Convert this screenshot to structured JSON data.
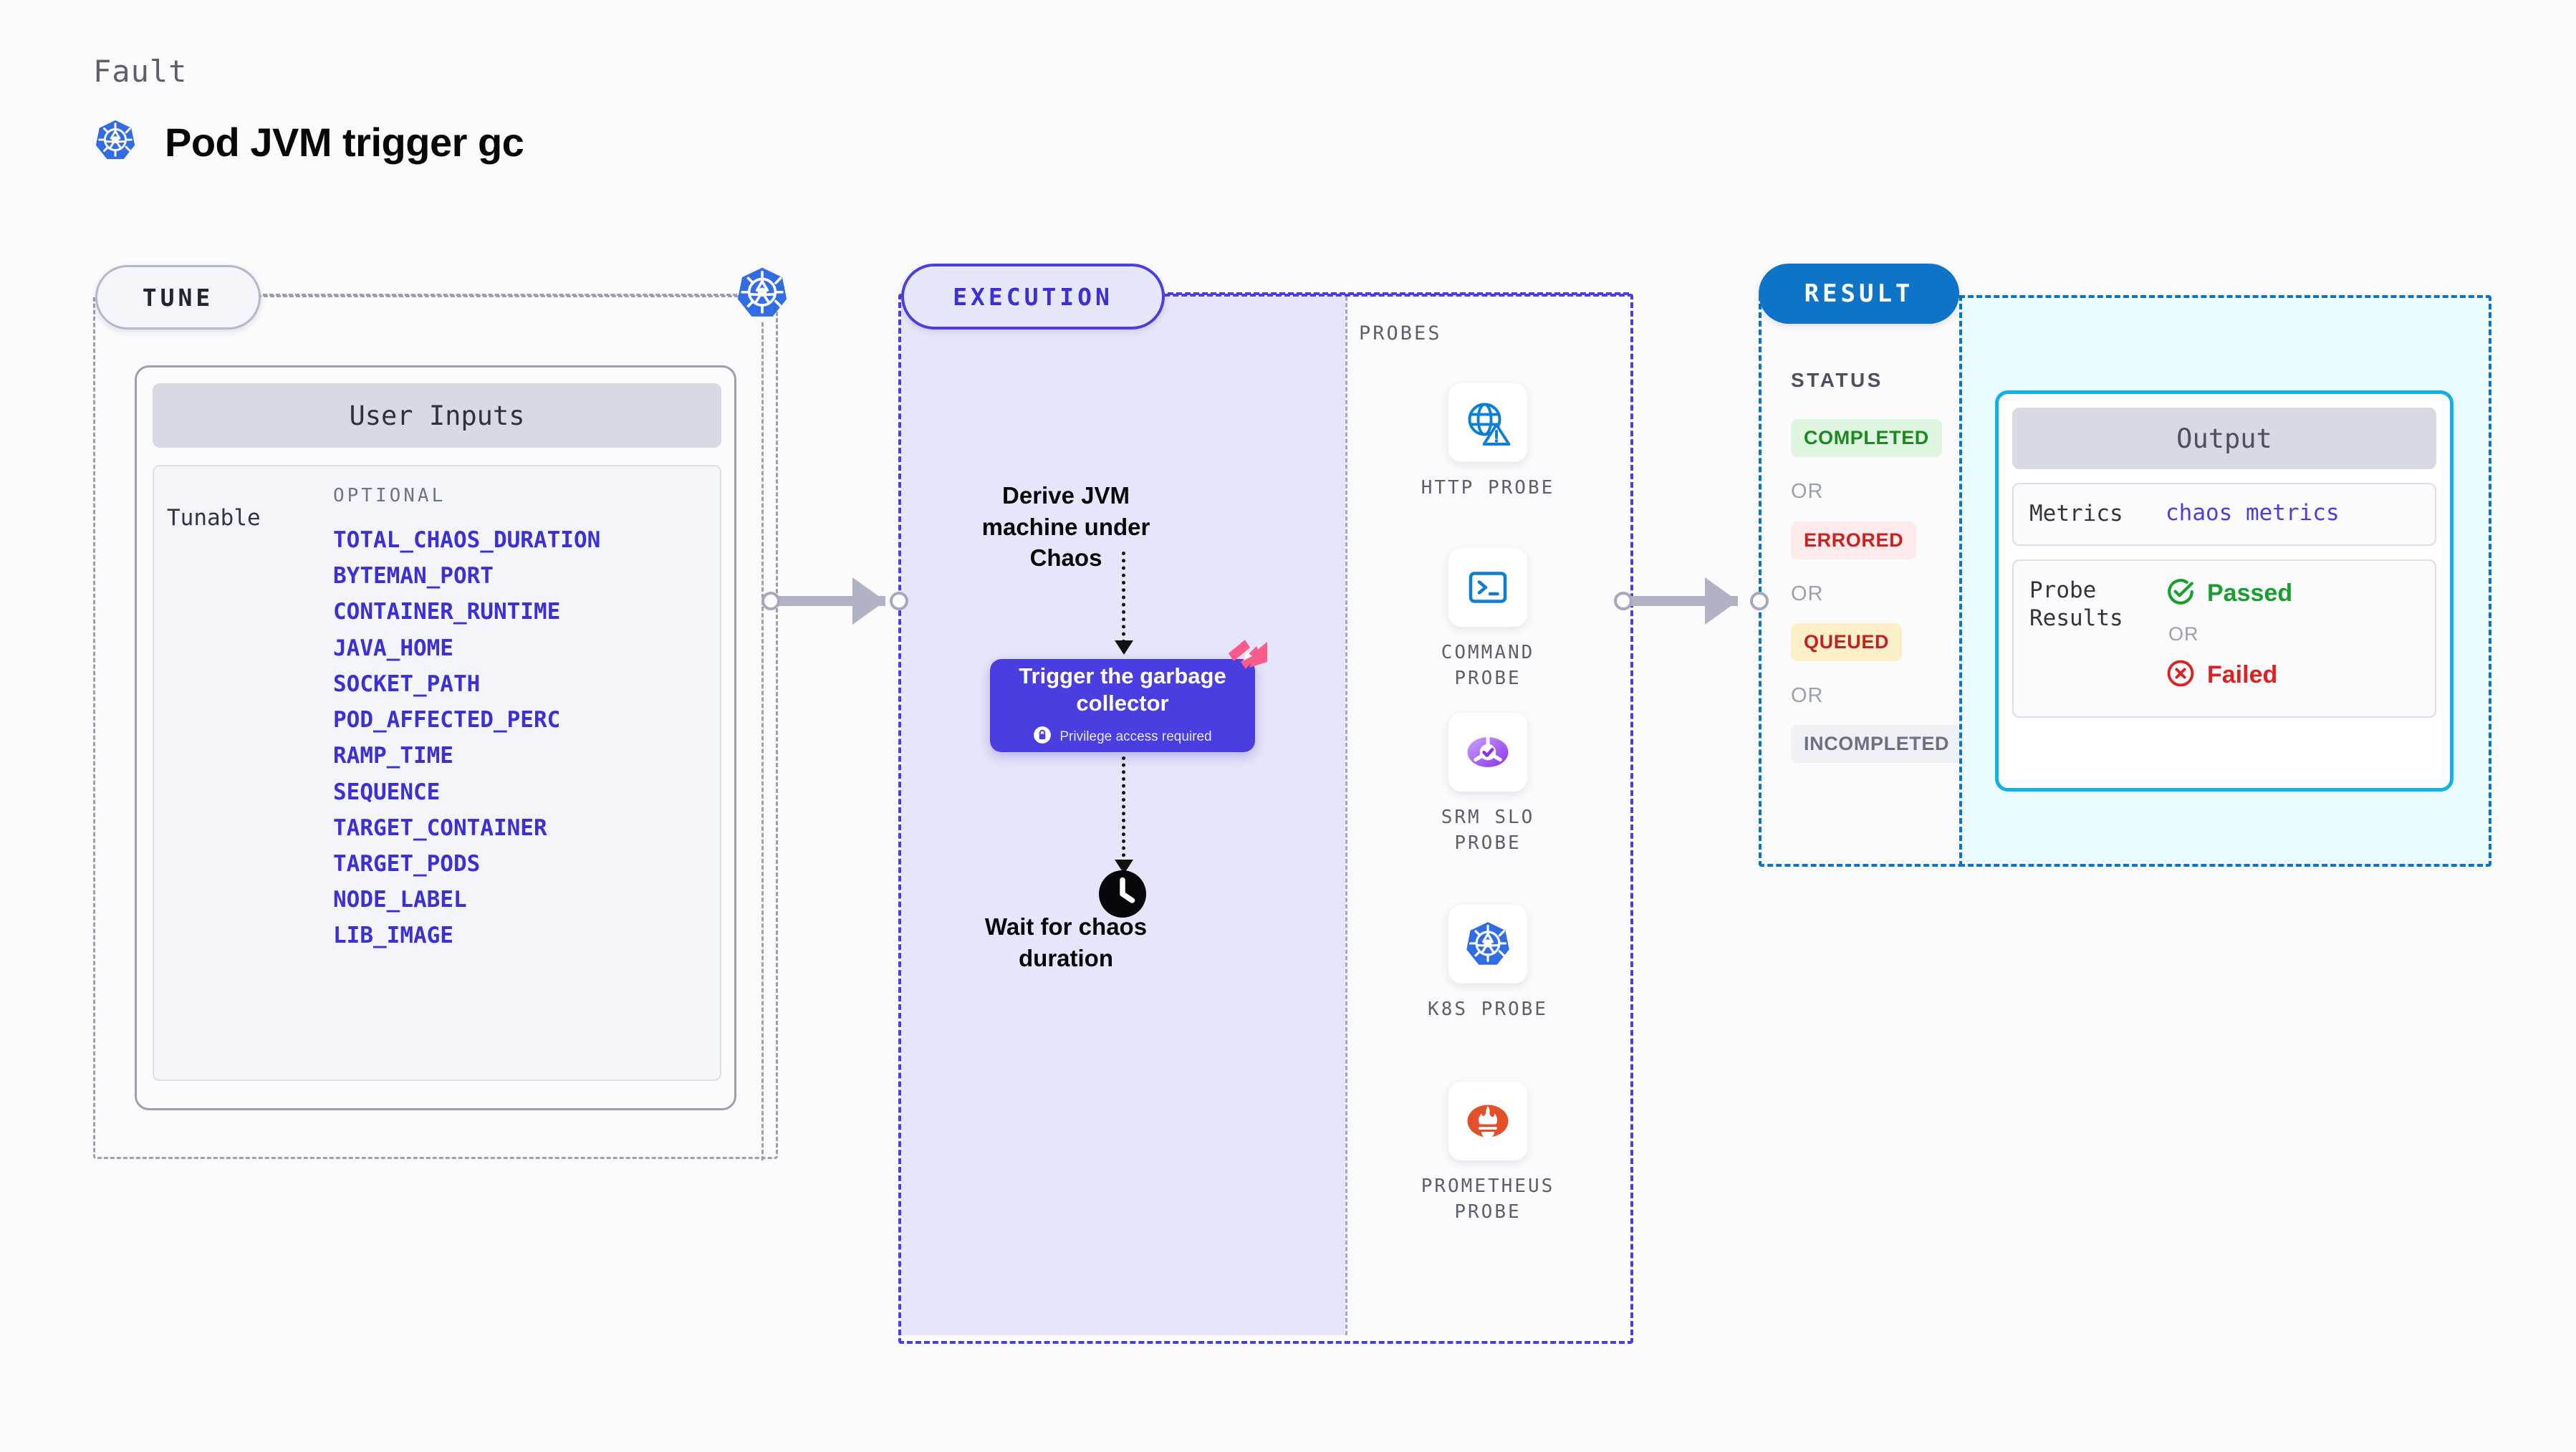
{
  "header": {
    "eyebrow": "Fault",
    "title": "Pod JVM trigger gc",
    "icon": "kubernetes-icon"
  },
  "tune": {
    "tab_label": "TUNE",
    "node_icon": "kubernetes-icon",
    "card_title": "User Inputs",
    "row_label": "Tunable",
    "group_label": "OPTIONAL",
    "params": [
      "TOTAL_CHAOS_DURATION",
      "BYTEMAN_PORT",
      "CONTAINER_RUNTIME",
      "JAVA_HOME",
      "SOCKET_PATH",
      "POD_AFFECTED_PERC",
      "RAMP_TIME",
      "SEQUENCE",
      "TARGET_CONTAINER",
      "TARGET_PODS",
      "NODE_LABEL",
      "LIB_IMAGE"
    ]
  },
  "execution": {
    "tab_label": "EXECUTION",
    "step_derive": "Derive JVM machine under Chaos",
    "action_title": "Trigger the garbage collector",
    "action_note": "Privilege access required",
    "action_note_icon": "lock-icon",
    "ribbon_icon": "chaos-ribbon-icon",
    "step_wait": "Wait for chaos duration",
    "wait_icon": "clock-icon"
  },
  "probes": {
    "section_label": "PROBES",
    "items": [
      {
        "name": "HTTP PROBE",
        "icon": "globe-warning-icon"
      },
      {
        "name": "COMMAND PROBE",
        "icon": "terminal-icon"
      },
      {
        "name": "SRM SLO PROBE",
        "icon": "srm-slo-icon"
      },
      {
        "name": "K8S PROBE",
        "icon": "kubernetes-icon"
      },
      {
        "name": "PROMETHEUS PROBE",
        "icon": "prometheus-icon"
      }
    ]
  },
  "result": {
    "tab_label": "RESULT",
    "status_label": "STATUS",
    "or_label": "OR",
    "statuses": [
      {
        "label": "COMPLETED",
        "fg": "#1c8a22",
        "bg": "#e0f6e0"
      },
      {
        "label": "ERRORED",
        "fg": "#cf2020",
        "bg": "#fdeaea"
      },
      {
        "label": "QUEUED",
        "fg": "#c42222",
        "bg": "#fdf0c8"
      },
      {
        "label": "INCOMPLETED",
        "fg": "#6b7183",
        "bg": "#f0f1f6"
      }
    ]
  },
  "output": {
    "card_title": "Output",
    "metrics_key": "Metrics",
    "metrics_value": "chaos metrics",
    "probe_results_key": "Probe Results",
    "passed_label": "Passed",
    "passed_icon": "check-circle-icon",
    "failed_label": "Failed",
    "failed_icon": "x-circle-icon",
    "or_label": "OR"
  },
  "colors": {
    "accent_indigo": "#4a3ee0",
    "accent_blue": "#0e74c8",
    "accent_cyan": "#13b0e8",
    "k8s_blue": "#326ce5",
    "pink": "#fb5a8c",
    "pass_green": "#17a02c",
    "fail_red": "#e02020"
  }
}
